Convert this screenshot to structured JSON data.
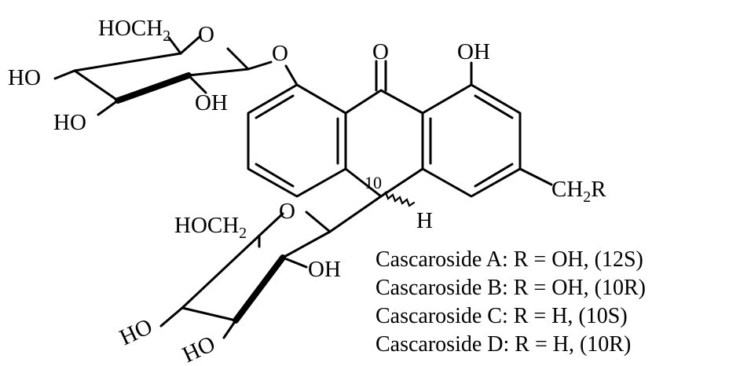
{
  "atoms": {
    "hoch2_top": "HOCH",
    "hoch2_top_sub": "2",
    "o_ring_top": "O",
    "o_link_top": "O",
    "ho_left_top": "HO",
    "oh_top_c2": "OH",
    "ho_bottom_top": "HO",
    "o_ketone": "O",
    "oh_right": "OH",
    "c10_label": "10",
    "ch2r": "CH",
    "ch2r_sub": "2",
    "ch2r_tail": "R",
    "h_c10": "H",
    "hoch2_bottom": "HOCH",
    "hoch2_bottom_sub": "2",
    "o_ring_bottom": "O",
    "oh_bottom_c2": "OH",
    "ho_bottom_left": "HO",
    "ho_bottom_bottom": "HO"
  },
  "compounds": [
    "Cascaroside A: R = OH, (12S)",
    "Cascaroside B: R = OH, (10R)",
    "Cascaroside C: R = H, (10S)",
    "Cascaroside D: R = H, (10R)"
  ]
}
